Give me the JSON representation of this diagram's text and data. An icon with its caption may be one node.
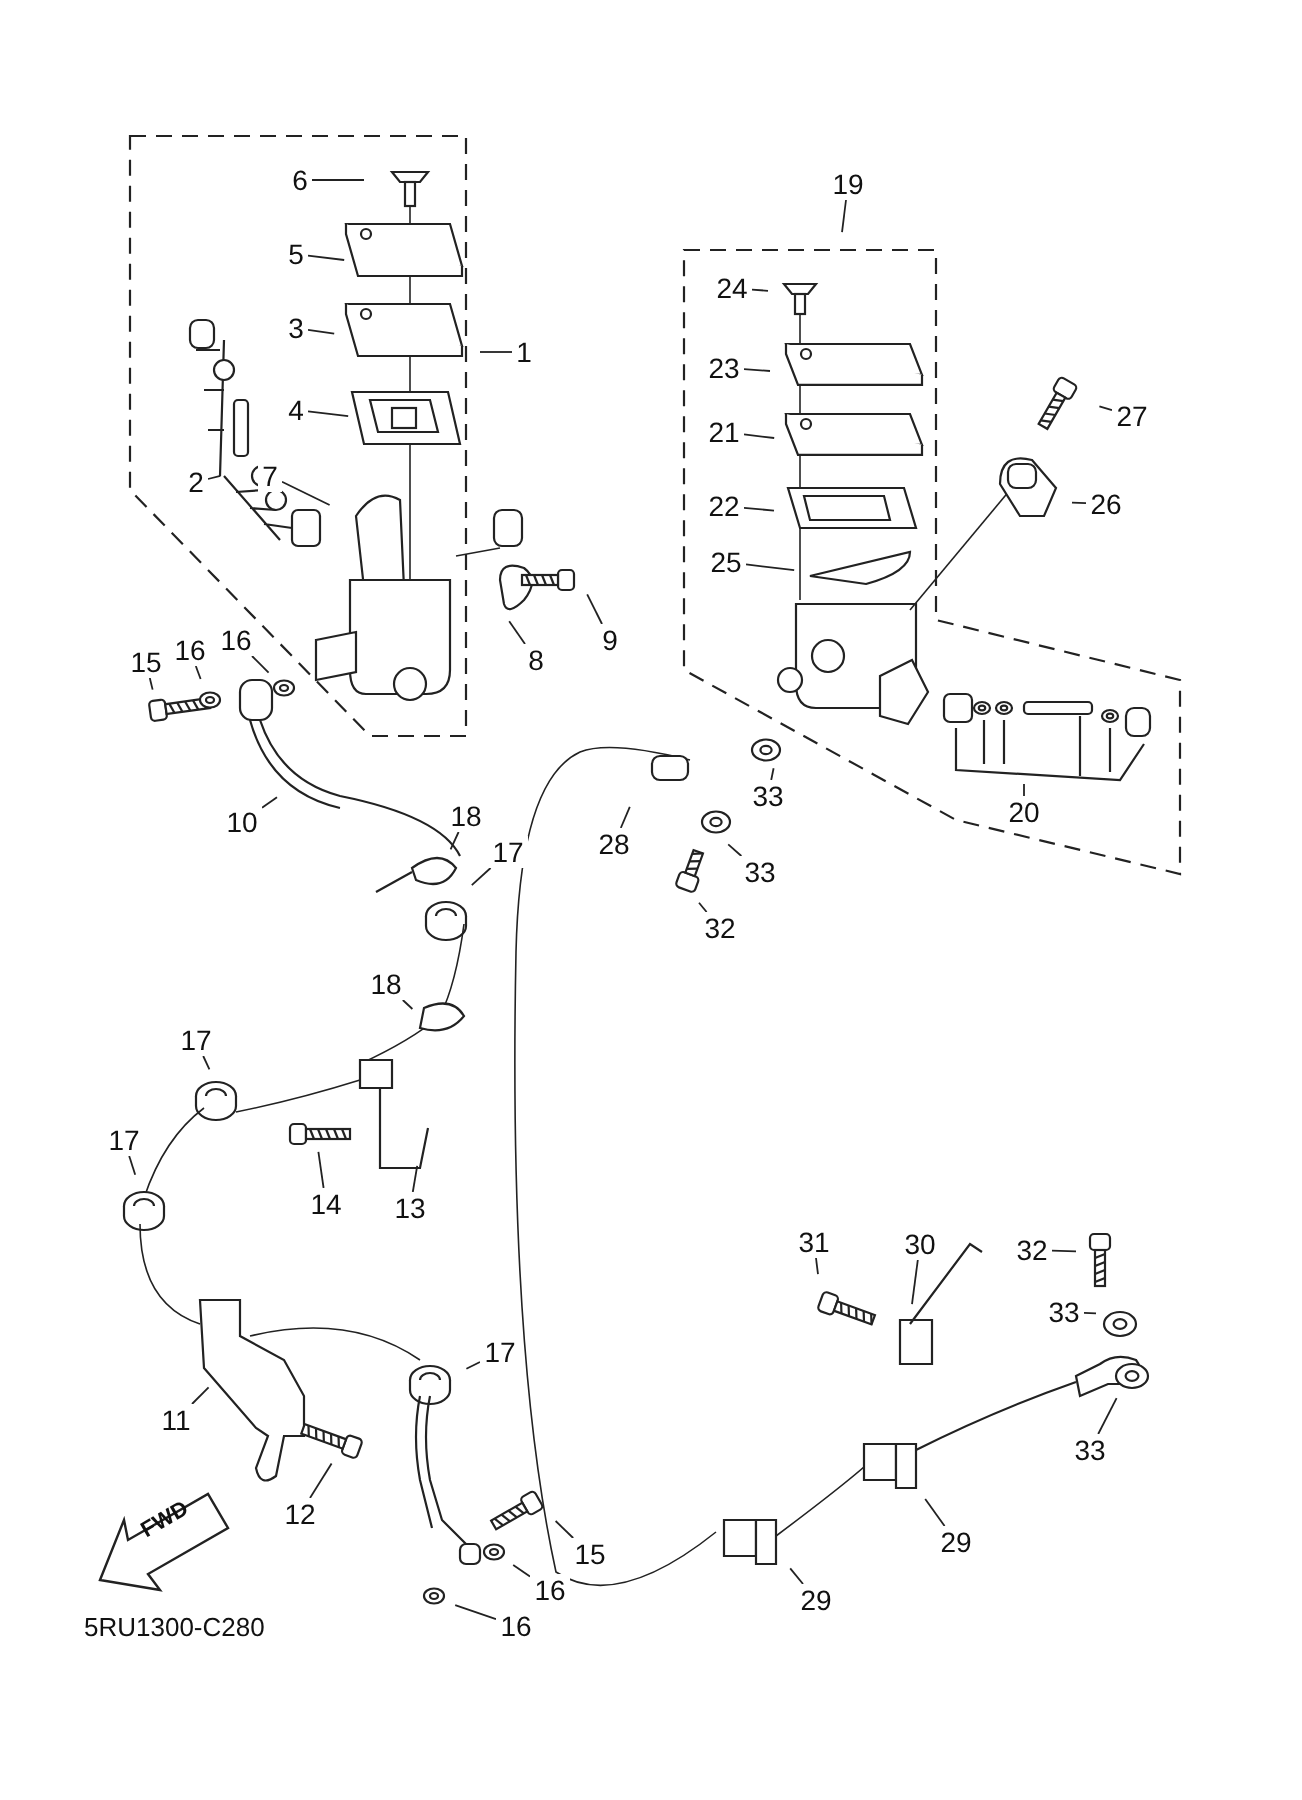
{
  "diagram": {
    "nodes": [
      {
        "text": [
          "6"
        ]
      },
      {
        "text": [
          "19"
        ]
      },
      {
        "text": [
          "5"
        ]
      },
      {
        "text": [
          "24"
        ]
      },
      {
        "text": [
          "3"
        ]
      },
      {
        "text": [
          "1"
        ]
      },
      {
        "text": [
          "23"
        ]
      },
      {
        "text": [
          "4"
        ]
      },
      {
        "text": [
          "27"
        ]
      },
      {
        "text": [
          "21"
        ]
      },
      {
        "text": [
          "7"
        ]
      },
      {
        "text": [
          "2"
        ]
      },
      {
        "text": [
          "26"
        ]
      },
      {
        "text": [
          "22"
        ]
      },
      {
        "text": [
          "25"
        ]
      },
      {
        "text": [
          "8"
        ]
      },
      {
        "text": [
          "9"
        ]
      },
      {
        "text": [
          "16"
        ]
      },
      {
        "text": [
          "15"
        ]
      },
      {
        "text": [
          "16"
        ]
      },
      {
        "text": [
          "33"
        ]
      },
      {
        "text": [
          "20"
        ]
      },
      {
        "text": [
          "10"
        ]
      },
      {
        "text": [
          "18"
        ]
      },
      {
        "text": [
          "28"
        ]
      },
      {
        "text": [
          "17"
        ]
      },
      {
        "text": [
          "33"
        ]
      },
      {
        "text": [
          "32"
        ]
      },
      {
        "text": [
          "18"
        ]
      },
      {
        "text": [
          "17"
        ]
      },
      {
        "text": [
          "17"
        ]
      },
      {
        "text": [
          "14"
        ]
      },
      {
        "text": [
          "13"
        ]
      },
      {
        "text": [
          "31"
        ]
      },
      {
        "text": [
          "30"
        ]
      },
      {
        "text": [
          "32"
        ]
      },
      {
        "text": [
          "33"
        ]
      },
      {
        "text": [
          "17"
        ]
      },
      {
        "text": [
          "11"
        ]
      },
      {
        "text": [
          "33"
        ]
      },
      {
        "text": [
          "12"
        ]
      },
      {
        "text": [
          "29"
        ]
      },
      {
        "text": [
          "15"
        ]
      },
      {
        "text": [
          "16"
        ]
      },
      {
        "text": [
          "29"
        ]
      },
      {
        "text": [
          "16"
        ]
      }
    ],
    "edges": [
      {
        "from": 0,
        "to": null,
        "arrow": "none"
      },
      {
        "from": 1,
        "to": null,
        "arrow": "none"
      },
      {
        "from": 2,
        "to": null,
        "arrow": "none"
      },
      {
        "from": 3,
        "to": null,
        "arrow": "none"
      },
      {
        "from": 4,
        "to": null,
        "arrow": "none"
      },
      {
        "from": 5,
        "to": null,
        "arrow": "none"
      },
      {
        "from": 6,
        "to": null,
        "arrow": "none"
      },
      {
        "from": 7,
        "to": null,
        "arrow": "none"
      },
      {
        "from": 8,
        "to": null,
        "arrow": "none"
      },
      {
        "from": 9,
        "to": null,
        "arrow": "none"
      },
      {
        "from": 10,
        "to": null,
        "arrow": "none"
      },
      {
        "from": 11,
        "to": null,
        "arrow": "none"
      },
      {
        "from": 12,
        "to": null,
        "arrow": "none"
      },
      {
        "from": 13,
        "to": null,
        "arrow": "none"
      },
      {
        "from": 14,
        "to": null,
        "arrow": "none"
      },
      {
        "from": 15,
        "to": null,
        "arrow": "none"
      },
      {
        "from": 16,
        "to": null,
        "arrow": "none"
      },
      {
        "from": 17,
        "to": null,
        "arrow": "none"
      },
      {
        "from": 18,
        "to": null,
        "arrow": "none"
      },
      {
        "from": 19,
        "to": null,
        "arrow": "none"
      },
      {
        "from": 20,
        "to": null,
        "arrow": "none"
      },
      {
        "from": 21,
        "to": null,
        "arrow": "none"
      },
      {
        "from": 22,
        "to": null,
        "arrow": "none"
      },
      {
        "from": 23,
        "to": null,
        "arrow": "none"
      },
      {
        "from": 24,
        "to": null,
        "arrow": "none"
      },
      {
        "from": 25,
        "to": null,
        "arrow": "none"
      },
      {
        "from": 26,
        "to": null,
        "arrow": "none"
      },
      {
        "from": 27,
        "to": null,
        "arrow": "none"
      },
      {
        "from": 28,
        "to": null,
        "arrow": "none"
      },
      {
        "from": 29,
        "to": null,
        "arrow": "none"
      },
      {
        "from": 30,
        "to": null,
        "arrow": "none"
      },
      {
        "from": 31,
        "to": null,
        "arrow": "none"
      },
      {
        "from": 32,
        "to": null,
        "arrow": "none"
      },
      {
        "from": 33,
        "to": null,
        "arrow": "none"
      },
      {
        "from": 34,
        "to": null,
        "arrow": "none"
      },
      {
        "from": 35,
        "to": null,
        "arrow": "none"
      },
      {
        "from": 36,
        "to": null,
        "arrow": "none"
      },
      {
        "from": 37,
        "to": null,
        "arrow": "none"
      },
      {
        "from": 38,
        "to": null,
        "arrow": "none"
      },
      {
        "from": 39,
        "to": null,
        "arrow": "none"
      },
      {
        "from": 40,
        "to": null,
        "arrow": "none"
      },
      {
        "from": 41,
        "to": null,
        "arrow": "none"
      },
      {
        "from": 42,
        "to": null,
        "arrow": "none"
      },
      {
        "from": 43,
        "to": null,
        "arrow": "none"
      },
      {
        "from": 44,
        "to": null,
        "arrow": "none"
      },
      {
        "from": 45,
        "to": null,
        "arrow": "none"
      }
    ],
    "labels": [
      "FWD",
      "5RU1300-C280"
    ]
  }
}
